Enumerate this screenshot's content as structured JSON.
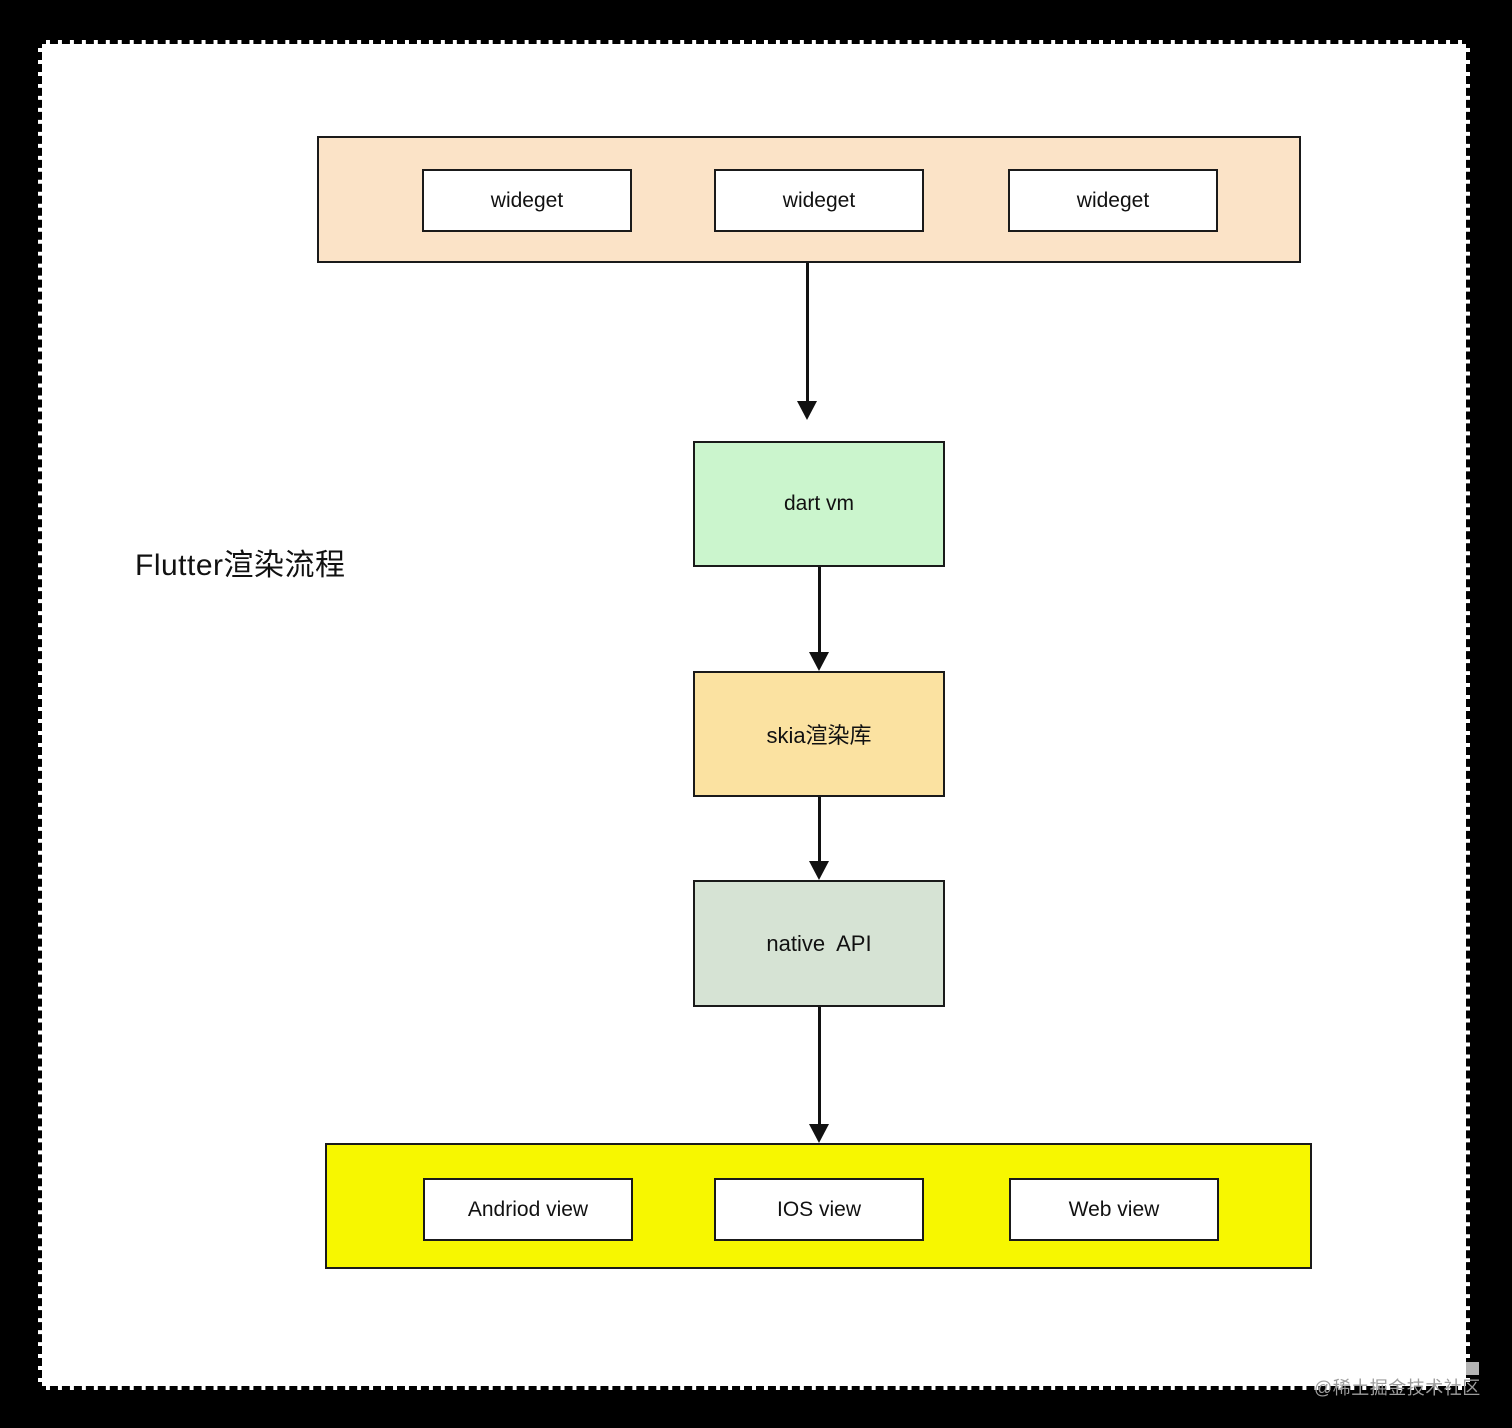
{
  "diagram": {
    "title": "Flutter渲染流程",
    "watermark": "@稀土掘金技术社区",
    "widget_layer": {
      "boxes": [
        "wideget",
        "wideget",
        "wideget"
      ]
    },
    "nodes": {
      "dart_vm": "dart vm",
      "skia": "skia渲染库",
      "native_api": "native  API"
    },
    "platform_layer": {
      "boxes": [
        "Andriod view",
        "IOS view",
        "Web view"
      ]
    },
    "colors": {
      "widget_layer_fill": "#fbe3c7",
      "dart_vm_fill": "#cbf5cd",
      "skia_fill": "#fbe2a1",
      "native_api_fill": "#d6e3d4",
      "platform_layer_fill": "#f7f700",
      "inner_box_fill": "#ffffff",
      "line_color": "#1a1a1a",
      "frame_background": "#ffffff",
      "outer_background": "#000000",
      "watermark_color": "#9c9c9c"
    }
  }
}
